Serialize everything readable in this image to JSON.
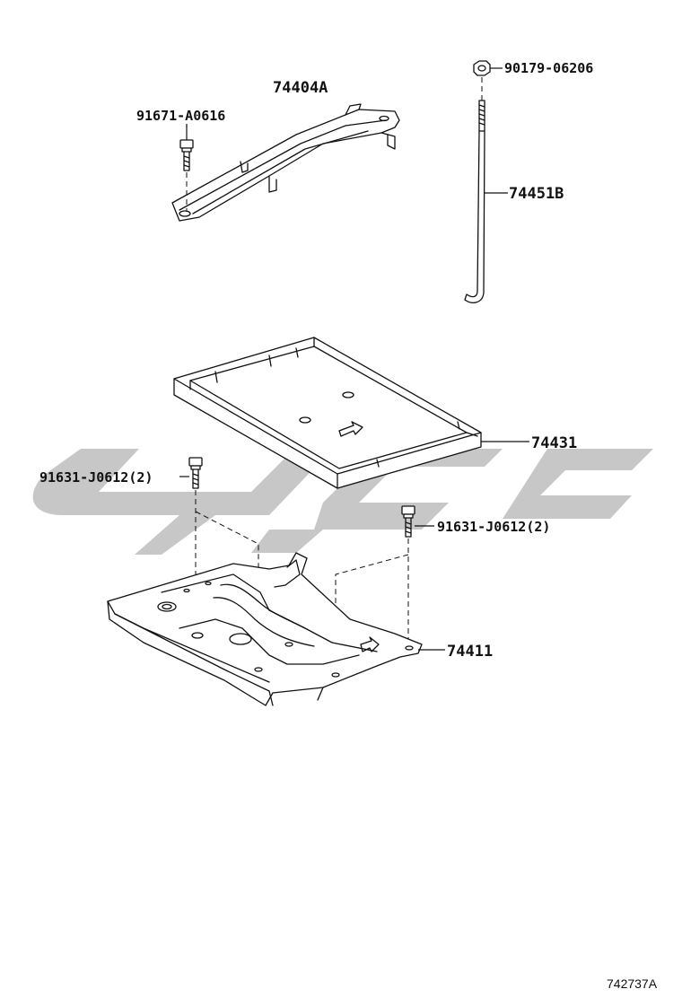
{
  "parts": {
    "bolt_top": "91671-A0616",
    "hold_down_clamp": "74404A",
    "nut": "90179-06206",
    "rod": "74451B",
    "tray": "74431",
    "bolt_left": "91631-J0612(2)",
    "bolt_right": "91631-J0612(2)",
    "carrier": "74411"
  },
  "diagram_code": "742737A"
}
